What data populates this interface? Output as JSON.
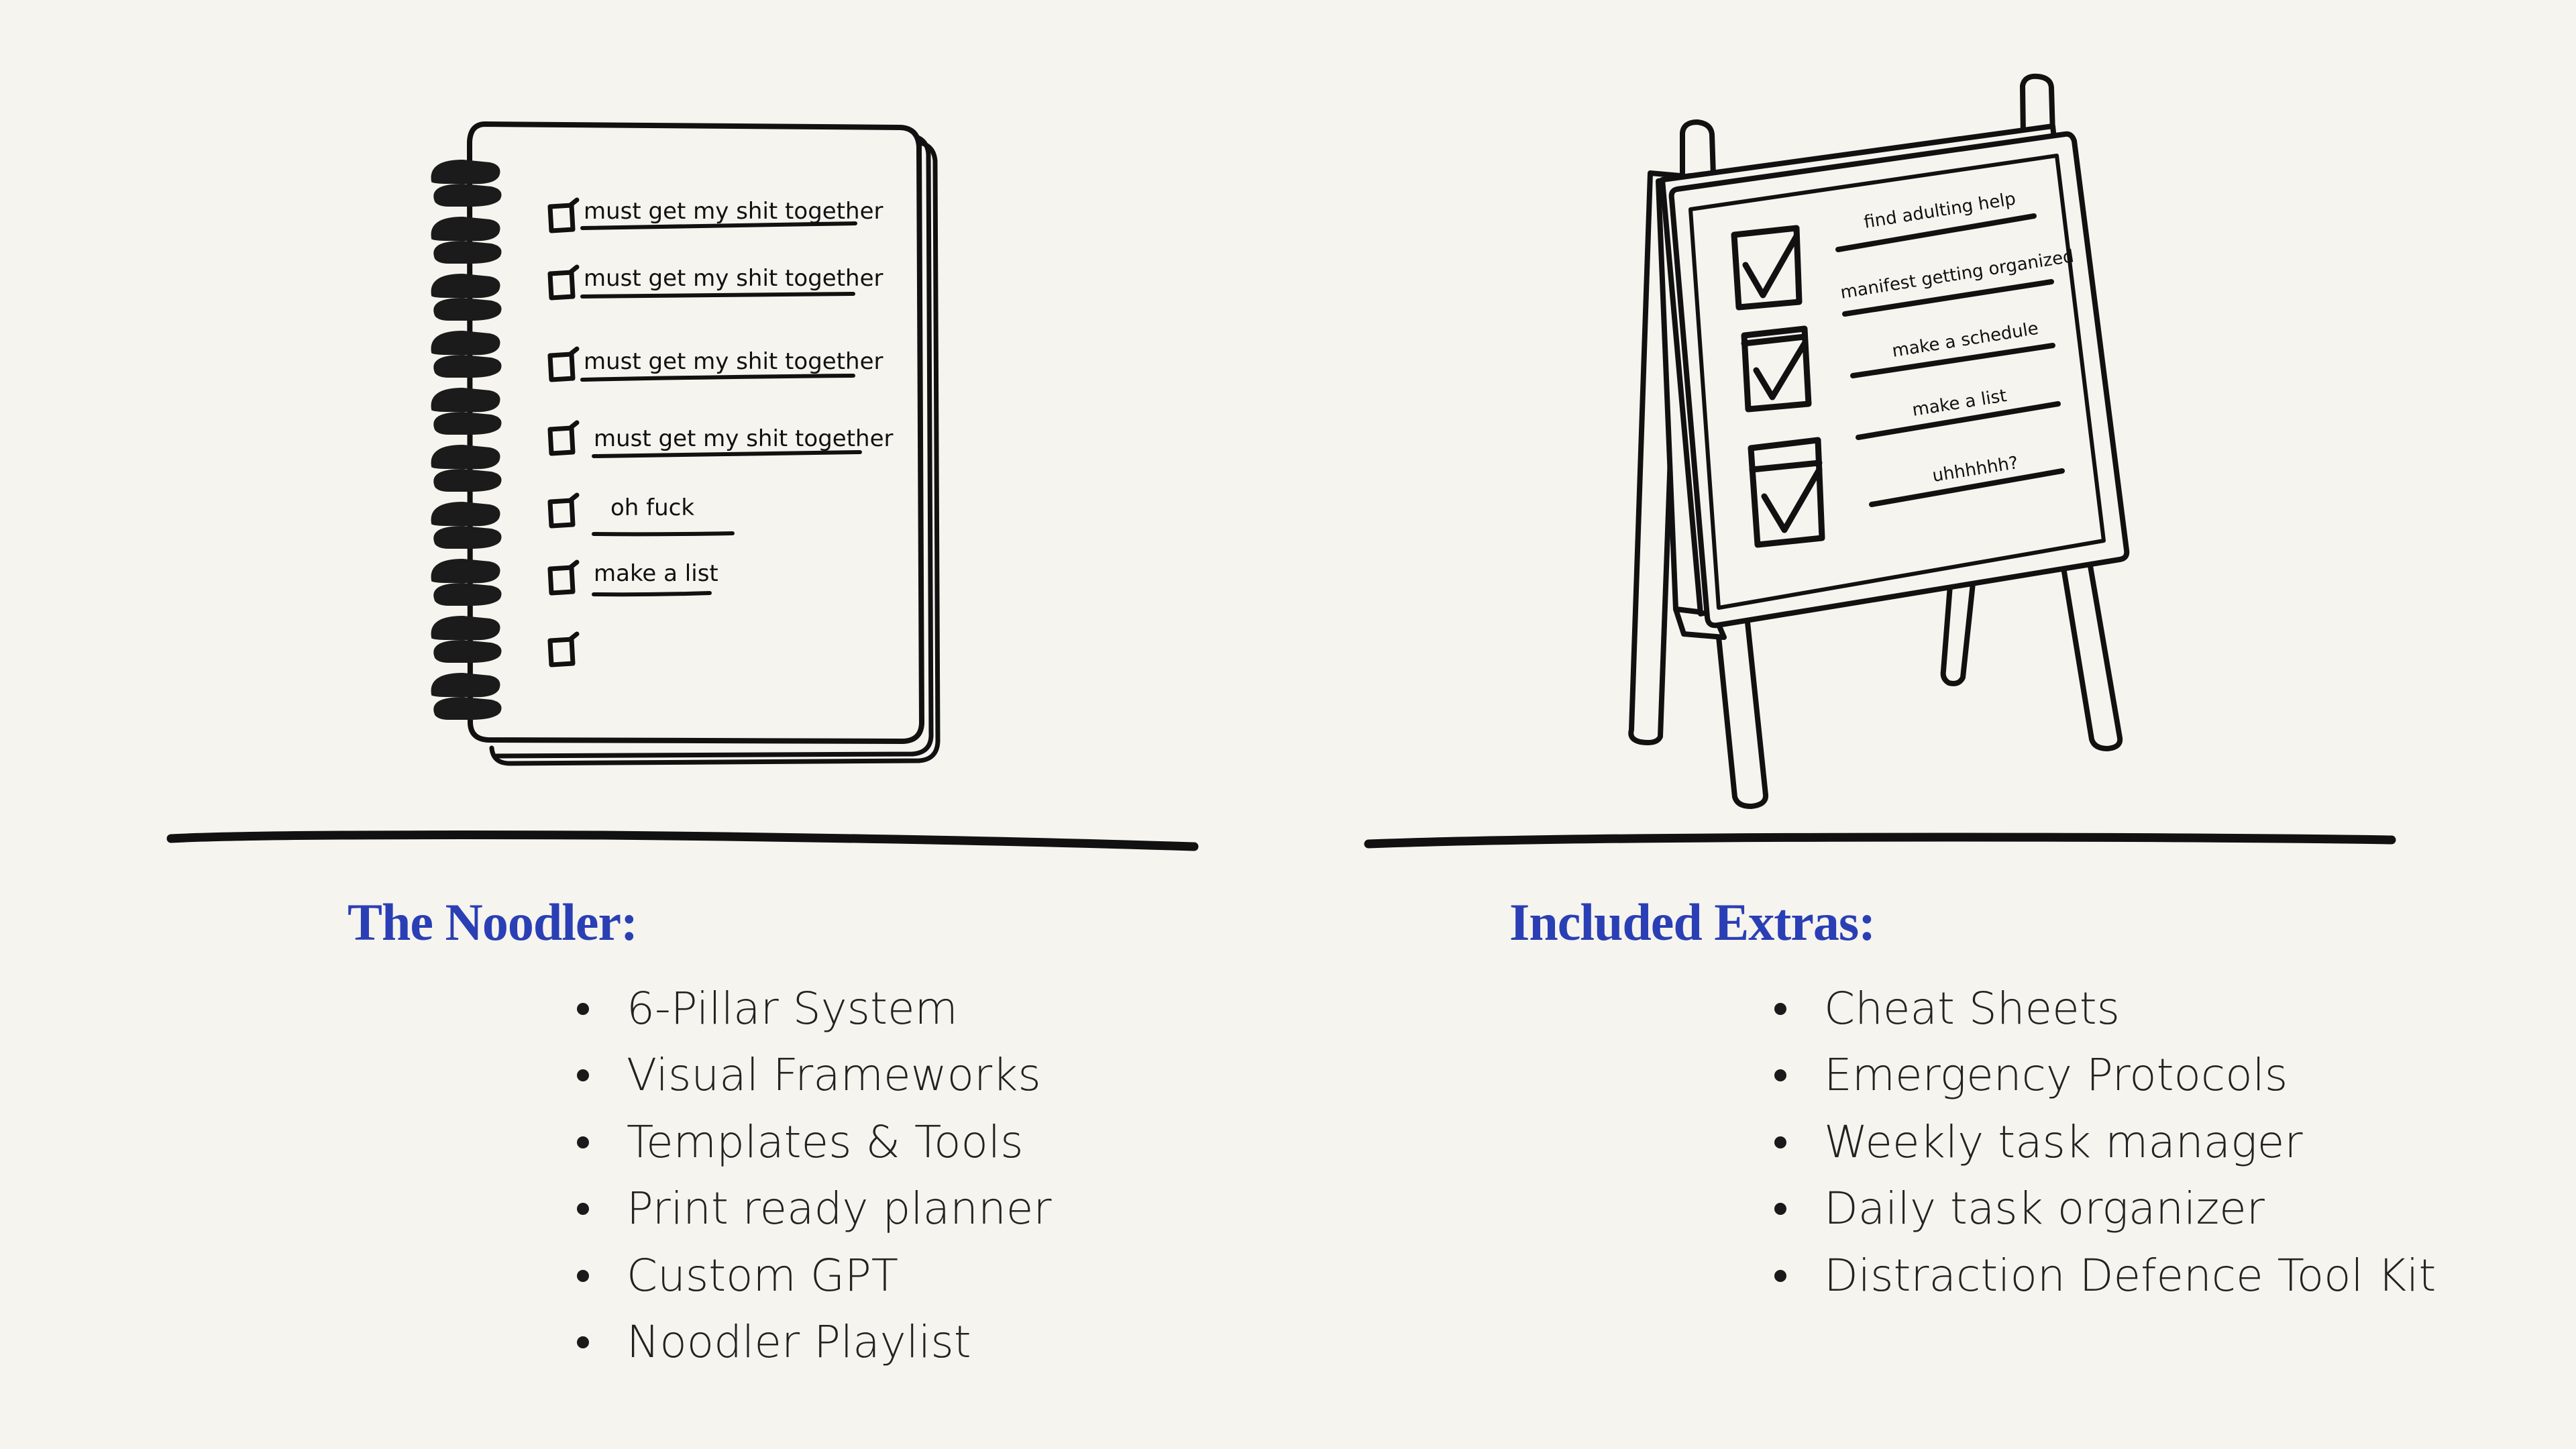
{
  "notebook": {
    "lines": [
      "must get my shit together",
      "must get my shit together",
      "must get my shit together",
      "must get my shit together",
      "oh fuck",
      "make a list"
    ]
  },
  "easel": {
    "lines": [
      "find adulting help",
      "manifest getting organized",
      "make a schedule",
      "make a list",
      "uhhhhhh?"
    ]
  },
  "left": {
    "title": "The Noodler:",
    "items": [
      "6-Pillar System",
      "Visual Frameworks",
      "Templates & Tools",
      "Print ready planner",
      "Custom GPT",
      "Noodler Playlist"
    ]
  },
  "right": {
    "title": "Included Extras:",
    "items": [
      "Cheat Sheets",
      "Emergency Protocols",
      "Weekly task manager",
      "Daily task organizer",
      "Distraction Defence Tool Kit"
    ]
  },
  "colors": {
    "background": "#f6f4ee",
    "accent": "#2a3fb5",
    "ink": "#111111"
  }
}
